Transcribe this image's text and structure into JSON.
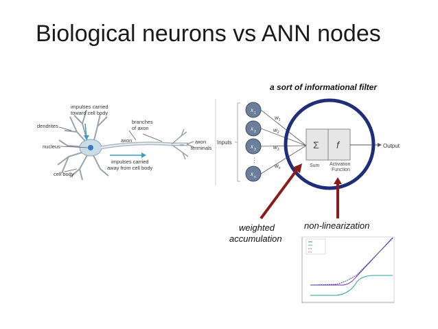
{
  "slide": {
    "title": "Biological neurons vs ANN nodes",
    "annotation_filter": "a sort of informational filter",
    "annotation_weighted_line1": "weighted",
    "annotation_weighted_line2": "accumulation",
    "annotation_nonlinear": "non-linearization"
  },
  "neuron_diagram": {
    "labels": {
      "impulses_in_1": "impulses carried",
      "impulses_in_2": "toward cell body",
      "branches_1": "branches",
      "branches_2": "of axon",
      "dendrites": "dendrites",
      "nucleus": "nucleus",
      "axon": "axon",
      "axon_terminals_1": "axon",
      "axon_terminals_2": "terminals",
      "impulses_out_1": "impulses carried",
      "impulses_out_2": "away from cell body",
      "cell_body": "cell body"
    }
  },
  "ann_diagram": {
    "inputs_label": "Inputs",
    "output_label": "Output",
    "input_nodes": [
      "x1",
      "x2",
      "x3",
      "xn"
    ],
    "weights": [
      "w1",
      "w2",
      "w3",
      "wn"
    ],
    "sum_symbol": "Σ",
    "activation_symbol": "f",
    "sum_label": "Sum",
    "activation_label_1": "Activation",
    "activation_label_2": "Function",
    "colors": {
      "node_fill": "#6b7f9a",
      "circle_highlight": "#1f2e78",
      "arrow": "#8b1a1a"
    }
  }
}
